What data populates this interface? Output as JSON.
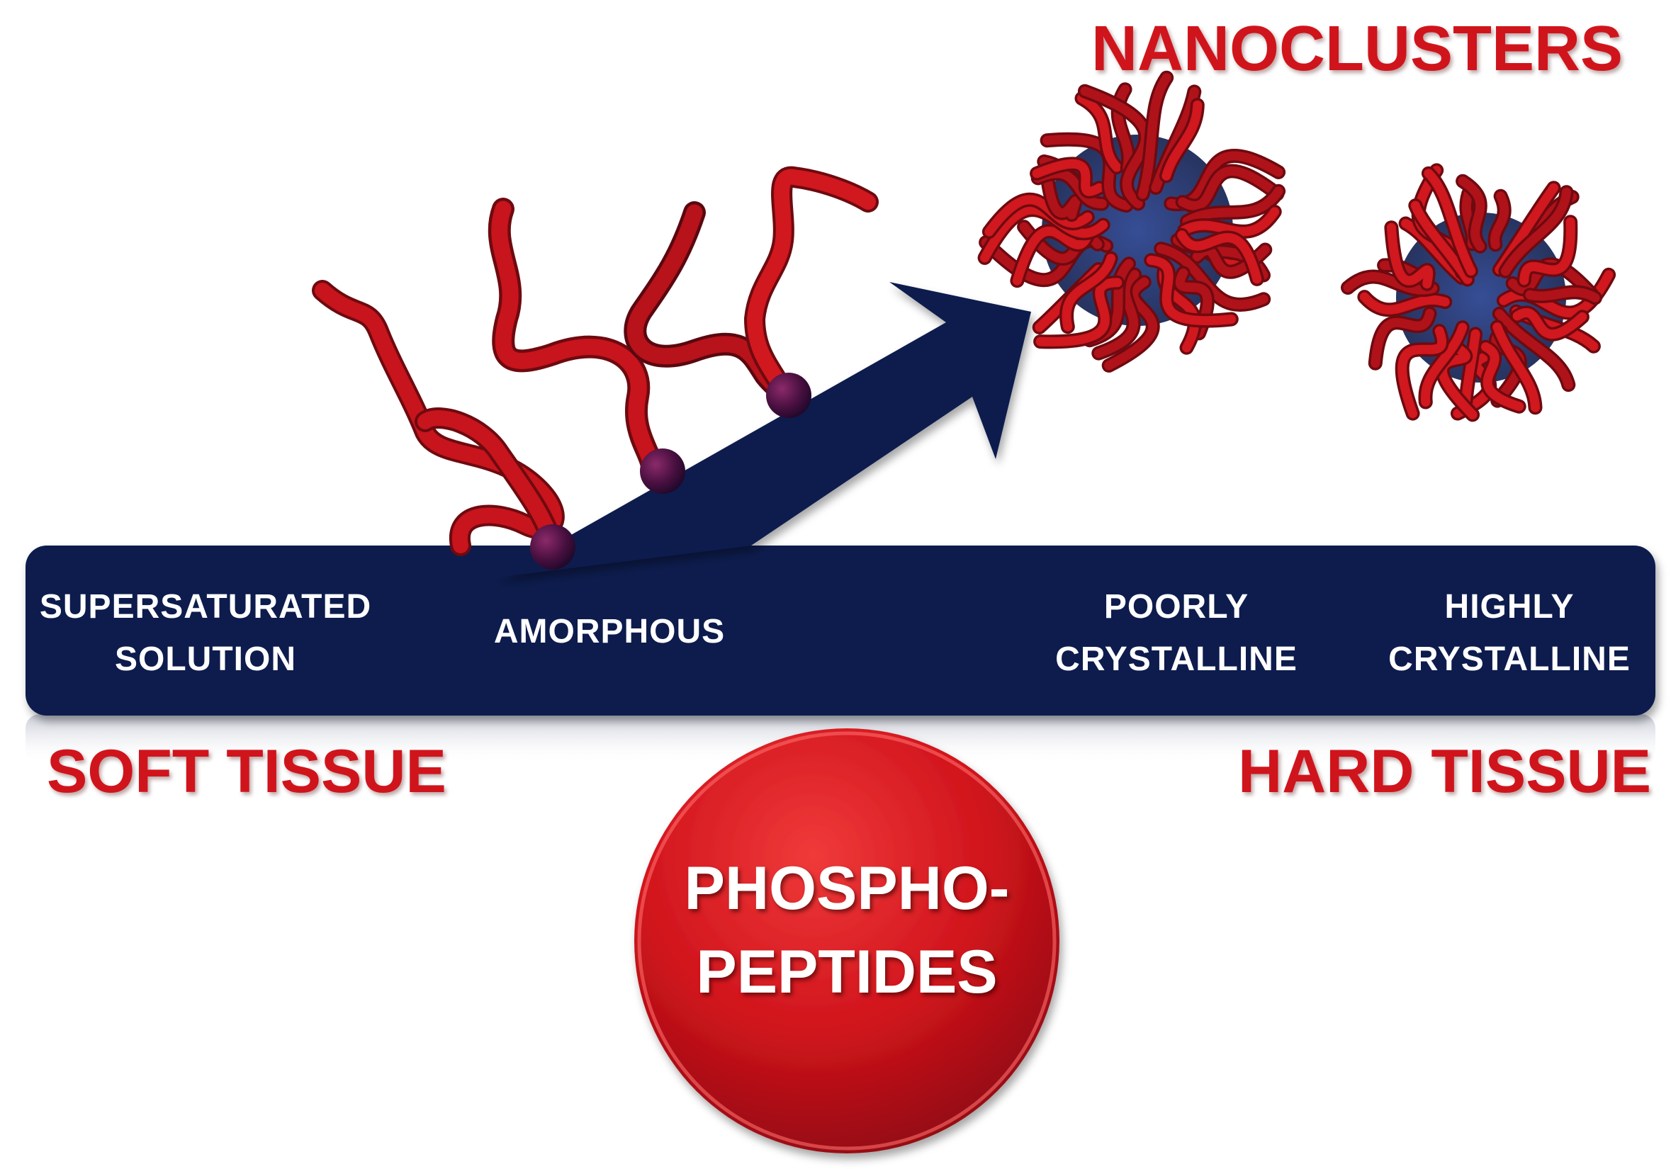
{
  "diagram": {
    "stages": [
      {
        "line1": "SUPERSATURATED",
        "line2": "SOLUTION"
      },
      {
        "line1": "AMORPHOUS",
        "line2": ""
      },
      {
        "line1": "POORLY",
        "line2": "CRYSTALLINE"
      },
      {
        "line1": "HIGHLY",
        "line2": "CRYSTALLINE"
      }
    ],
    "left_label": "SOFT TISSUE",
    "right_label": "HARD TISSUE",
    "top_label": "NANOCLUSTERS",
    "circle": {
      "line1": "PHOSPHO-",
      "line2": "PEPTIDES"
    }
  },
  "colors": {
    "navy": "#0f1d4e",
    "red": "#d0141c",
    "dark_red": "#7a0a10"
  }
}
